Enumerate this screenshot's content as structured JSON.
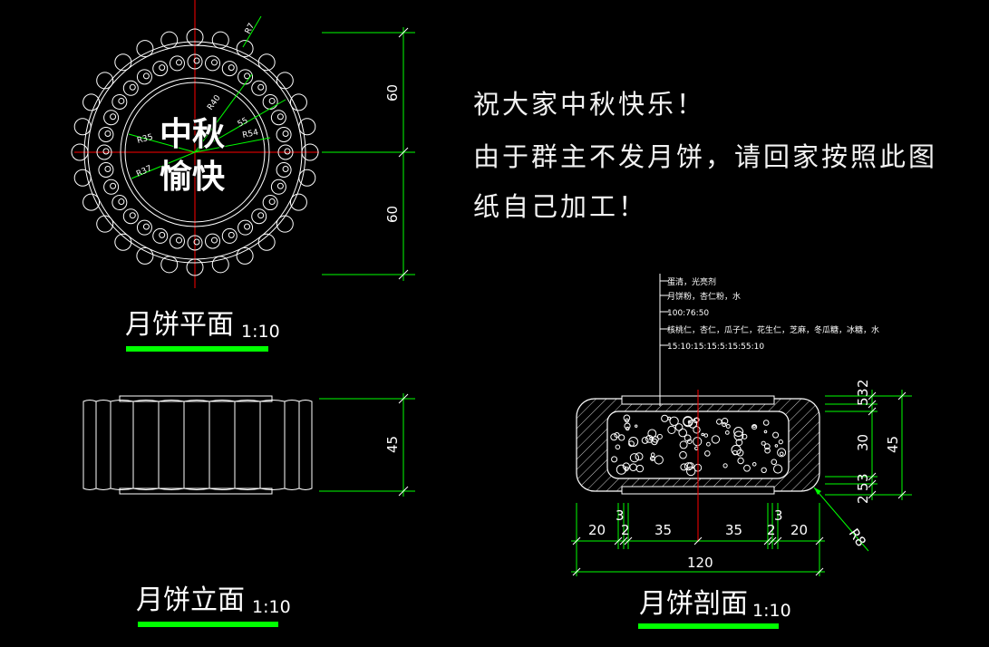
{
  "note": {
    "line1": "祝大家中秋快乐！",
    "line2": "由于群主不发月饼，请回家按照此图",
    "line3": "纸自己加工！"
  },
  "plan": {
    "title": "月饼平面",
    "scale": "1:10",
    "calligraphy_line1": "中秋",
    "calligraphy_line2": "愉快",
    "dim_upper": "60",
    "dim_lower": "60",
    "radius_r7": "R7",
    "radius_r40": "R40",
    "radius_r35": "R35",
    "radius_r37": "R37",
    "radius_r54": "R54",
    "radius_r55": "55"
  },
  "elevation": {
    "title": "月饼立面",
    "scale": "1:10",
    "dim_height": "45"
  },
  "section": {
    "title": "月饼剖面",
    "scale": "1:10",
    "dim_5": "5",
    "dim_3a": "3",
    "dim_2a": "2",
    "dim_30": "30",
    "dim_3b": "3",
    "dim_5b": "5",
    "dim_2b": "2",
    "dim_45": "45",
    "dim_20a": "20",
    "dim_3c": "3",
    "dim_2c": "2",
    "dim_35a": "35",
    "dim_35b": "35",
    "dim_2d": "2",
    "dim_3d": "3",
    "dim_20b": "20",
    "dim_120": "120",
    "radius_r8": "R8",
    "leader_1": "蛋清，光亮剂",
    "leader_2": "月饼粉，杏仁粉，水",
    "leader_3": "100:76:50",
    "leader_4": "核桃仁，杏仁，瓜子仁，花生仁，芝麻，冬瓜糖，冰糖，水",
    "leader_5": "15:10:15:15:5:15:55:10"
  },
  "colors": {
    "background": "#000000",
    "linework": "#ffffff",
    "dimension": "#00ff00",
    "centerline": "#ff0000",
    "text": "#f2f2f2"
  }
}
